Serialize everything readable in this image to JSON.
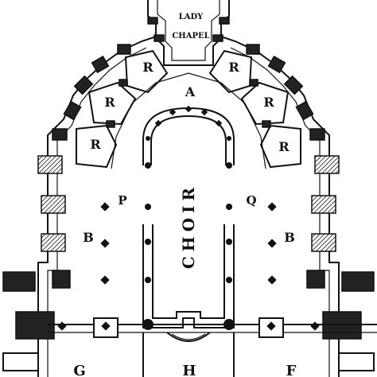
{
  "labels": {
    "lady_chapel_line1": "LADY",
    "lady_chapel_line2": "CHAPEL",
    "ambulatory": "A",
    "radiating_chapel": "R",
    "choir": "CHOIR",
    "aisle": "B",
    "pier_p": "P",
    "pier_q": "Q",
    "transept_left": "G",
    "crossing": "H",
    "transept_right": "F"
  },
  "colors": {
    "ink": "#111111",
    "paper": "#ffffff"
  }
}
